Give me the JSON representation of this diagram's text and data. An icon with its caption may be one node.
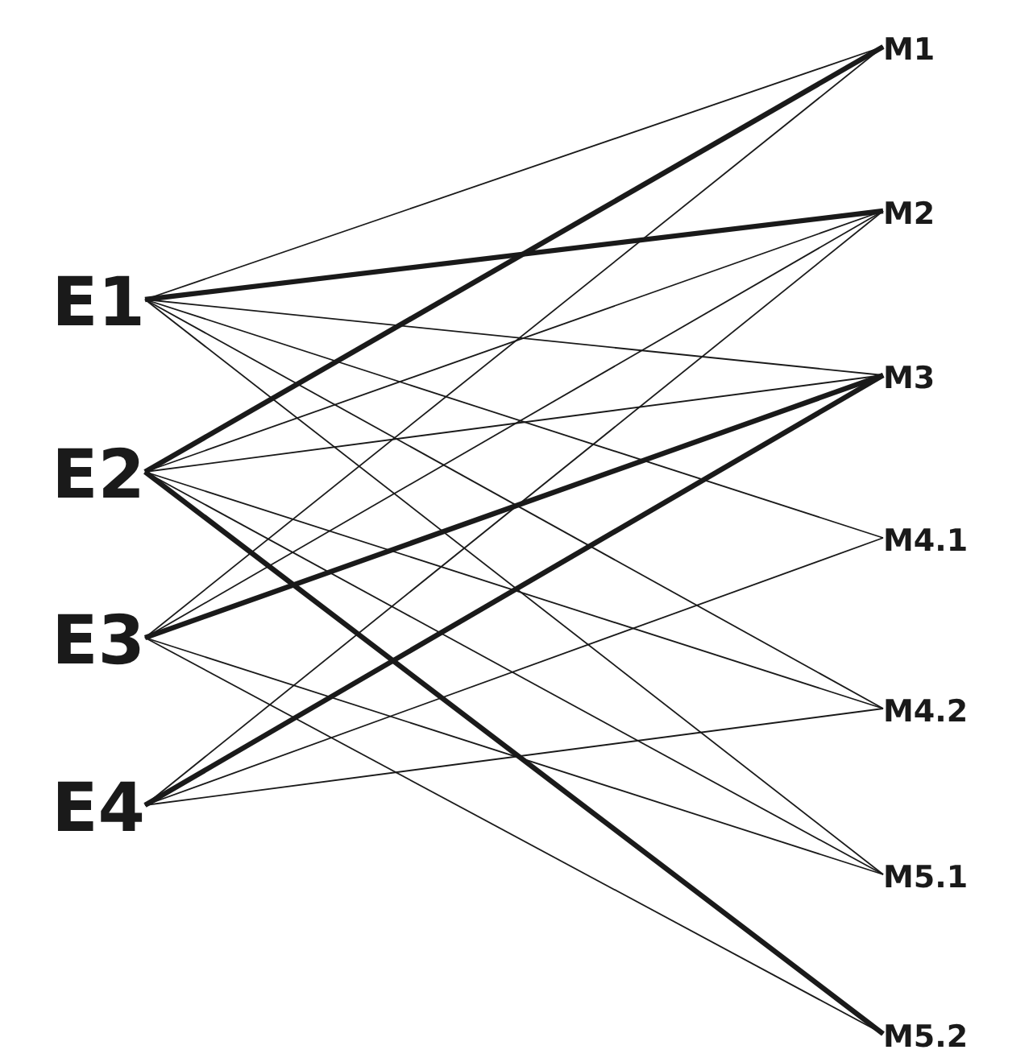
{
  "diagram": {
    "nodes": [
      {
        "text": [
          "E1"
        ]
      },
      {
        "text": [
          "E2"
        ]
      },
      {
        "text": [
          "E3"
        ]
      },
      {
        "text": [
          "E4"
        ]
      },
      {
        "text": [
          "M1"
        ]
      },
      {
        "text": [
          "M2"
        ]
      },
      {
        "text": [
          "M3"
        ]
      },
      {
        "text": [
          "M4.1"
        ]
      },
      {
        "text": [
          "M4.2"
        ]
      },
      {
        "text": [
          "M5.1"
        ]
      },
      {
        "text": [
          "M5.2"
        ]
      }
    ],
    "edges": [
      {
        "from": 0,
        "to": 4,
        "arrow": "none"
      },
      {
        "from": 0,
        "to": 5,
        "arrow": "none",
        "style": "thick"
      },
      {
        "from": 0,
        "to": 6,
        "arrow": "none"
      },
      {
        "from": 0,
        "to": 7,
        "arrow": "none"
      },
      {
        "from": 0,
        "to": 8,
        "arrow": "none"
      },
      {
        "from": 0,
        "to": 9,
        "arrow": "none"
      },
      {
        "from": 1,
        "to": 4,
        "arrow": "none",
        "style": "thick"
      },
      {
        "from": 1,
        "to": 5,
        "arrow": "none"
      },
      {
        "from": 1,
        "to": 6,
        "arrow": "none"
      },
      {
        "from": 1,
        "to": 8,
        "arrow": "none"
      },
      {
        "from": 1,
        "to": 9,
        "arrow": "none"
      },
      {
        "from": 1,
        "to": 10,
        "arrow": "none",
        "style": "thick"
      },
      {
        "from": 2,
        "to": 4,
        "arrow": "none"
      },
      {
        "from": 2,
        "to": 5,
        "arrow": "none"
      },
      {
        "from": 2,
        "to": 6,
        "arrow": "none",
        "style": "thick"
      },
      {
        "from": 2,
        "to": 9,
        "arrow": "none"
      },
      {
        "from": 2,
        "to": 10,
        "arrow": "none"
      },
      {
        "from": 3,
        "to": 5,
        "arrow": "none"
      },
      {
        "from": 3,
        "to": 6,
        "arrow": "none",
        "style": "thick"
      },
      {
        "from": 3,
        "to": 7,
        "arrow": "none"
      },
      {
        "from": 3,
        "to": 8,
        "arrow": "none"
      }
    ]
  }
}
